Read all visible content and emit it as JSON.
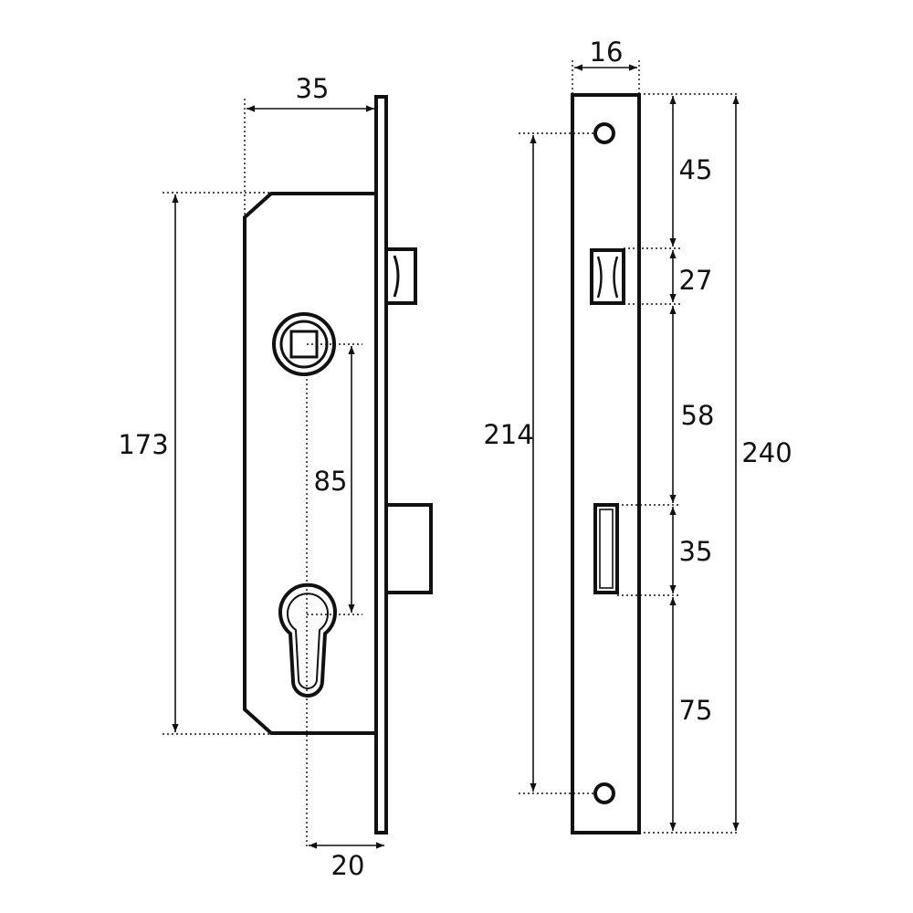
{
  "colors": {
    "line": "#111111",
    "background": "#ffffff"
  },
  "dimensions": {
    "side_view": {
      "backset_depth": "35",
      "body_height": "173",
      "center_distance": "85",
      "backset": "20"
    },
    "front_view": {
      "faceplate_width": "16",
      "screw_distance": "214",
      "faceplate_length": "240",
      "segment_top": "45",
      "latch_window": "27",
      "segment_mid": "58",
      "bolt_window": "35",
      "segment_bottom": "75"
    }
  }
}
